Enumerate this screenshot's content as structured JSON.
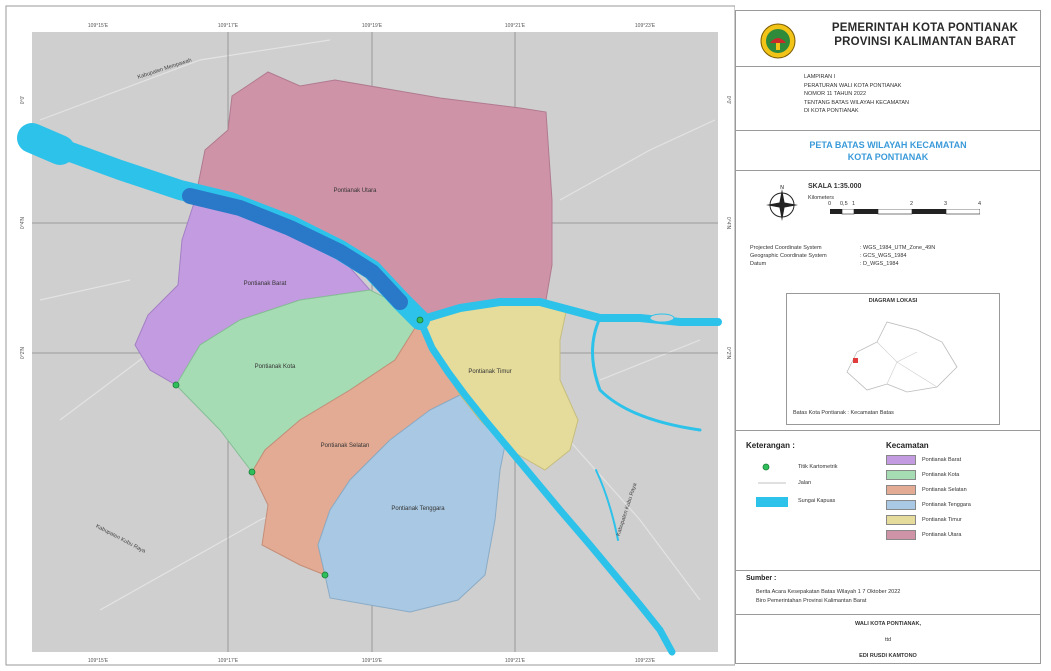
{
  "header": {
    "title_line1": "PEMERINTAH KOTA PONTIANAK",
    "title_line2": "PROVINSI KALIMANTAN BARAT"
  },
  "lampiran": {
    "line1": "LAMPIRAN I",
    "line2": "PERATURAN WALI KOTA PONTIANAK",
    "line3": "NOMOR   11   TAHUN 2022",
    "line4": "TENTANG BATAS WILAYAH KECAMATAN",
    "line5": "DI KOTA PONTIANAK"
  },
  "map_title": {
    "line1": "PETA BATAS WILAYAH KECAMATAN",
    "line2": "KOTA PONTIANAK"
  },
  "scale": {
    "label": "SKALA 1:35.000",
    "unit": "Kilometers",
    "ticks": [
      "0",
      "0,5",
      "1",
      "2",
      "3",
      "4"
    ]
  },
  "projection": {
    "rows": [
      [
        "Projected Coordinate System",
        ": WGS_1984_UTM_Zone_49N"
      ],
      [
        "Geographic Coordinate System",
        ": GCS_WGS_1984"
      ],
      [
        "Datum",
        ": D_WGS_1984"
      ]
    ]
  },
  "inset": {
    "title": "DIAGRAM LOKASI",
    "caption": "Batas Kota Pontianak : Kecamatan Batas"
  },
  "legend": {
    "title": "Keterangan :",
    "items": [
      {
        "label": "Titik Kartometrik",
        "symbol": "point"
      },
      {
        "label": "Jalan",
        "symbol": "line"
      },
      {
        "label": "Sungai Kapuas",
        "symbol": "river"
      }
    ]
  },
  "kecamatan": {
    "title": "Kecamatan",
    "items": [
      {
        "label": "Pontianak Barat",
        "color": "#c39be0"
      },
      {
        "label": "Pontianak Kota",
        "color": "#a6dcb4"
      },
      {
        "label": "Pontianak Selatan",
        "color": "#e3ab94"
      },
      {
        "label": "Pontianak Tenggara",
        "color": "#a9c8e3"
      },
      {
        "label": "Pontianak Timur",
        "color": "#e5dc9b"
      },
      {
        "label": "Pontianak Utara",
        "color": "#cf93a8"
      }
    ]
  },
  "sumber": {
    "title": "Sumber :",
    "line1": "Berita Acara Kesepakatan Batas Wilayah 1 7 Oktober 2022",
    "line2": "Biro Pemerintahan Provinsi Kalimantan Barat"
  },
  "signature": {
    "line1": "WALI KOTA PONTIANAK,",
    "line2": "ttd",
    "line3": "EDI RUSDI KAMTONO"
  },
  "map_labels": {
    "utara": "Pontianak Utara",
    "barat": "Pontianak Barat",
    "kota": "Pontianak Kota",
    "timur": "Pontianak Timur",
    "selatan": "Pontianak Selatan",
    "tenggara": "Pontianak Tenggara",
    "kab_mempawah": "Kabupaten Mempawah",
    "kab_kubu_raya": "Kabupaten Kubu Raya",
    "kab_kubu_raya_2": "Kabupaten Kubu Raya"
  },
  "grid_ticks": {
    "top": [
      "109°15'E",
      "109°17'E",
      "109°19'E",
      "109°21'E",
      "109°23'E"
    ],
    "bottom": [
      "109°15'E",
      "109°17'E",
      "109°19'E",
      "109°21'E",
      "109°23'E"
    ],
    "left": [
      "0°4'N",
      "0°2'N",
      "0°0'"
    ],
    "right": [
      "0°4'N",
      "0°2'N",
      "0°0'"
    ]
  },
  "colors": {
    "river": "#2dc2ea",
    "river_dark": "#2a79c8",
    "map_bg": "#cfcfcf",
    "title_blue": "#3a9ad9"
  }
}
